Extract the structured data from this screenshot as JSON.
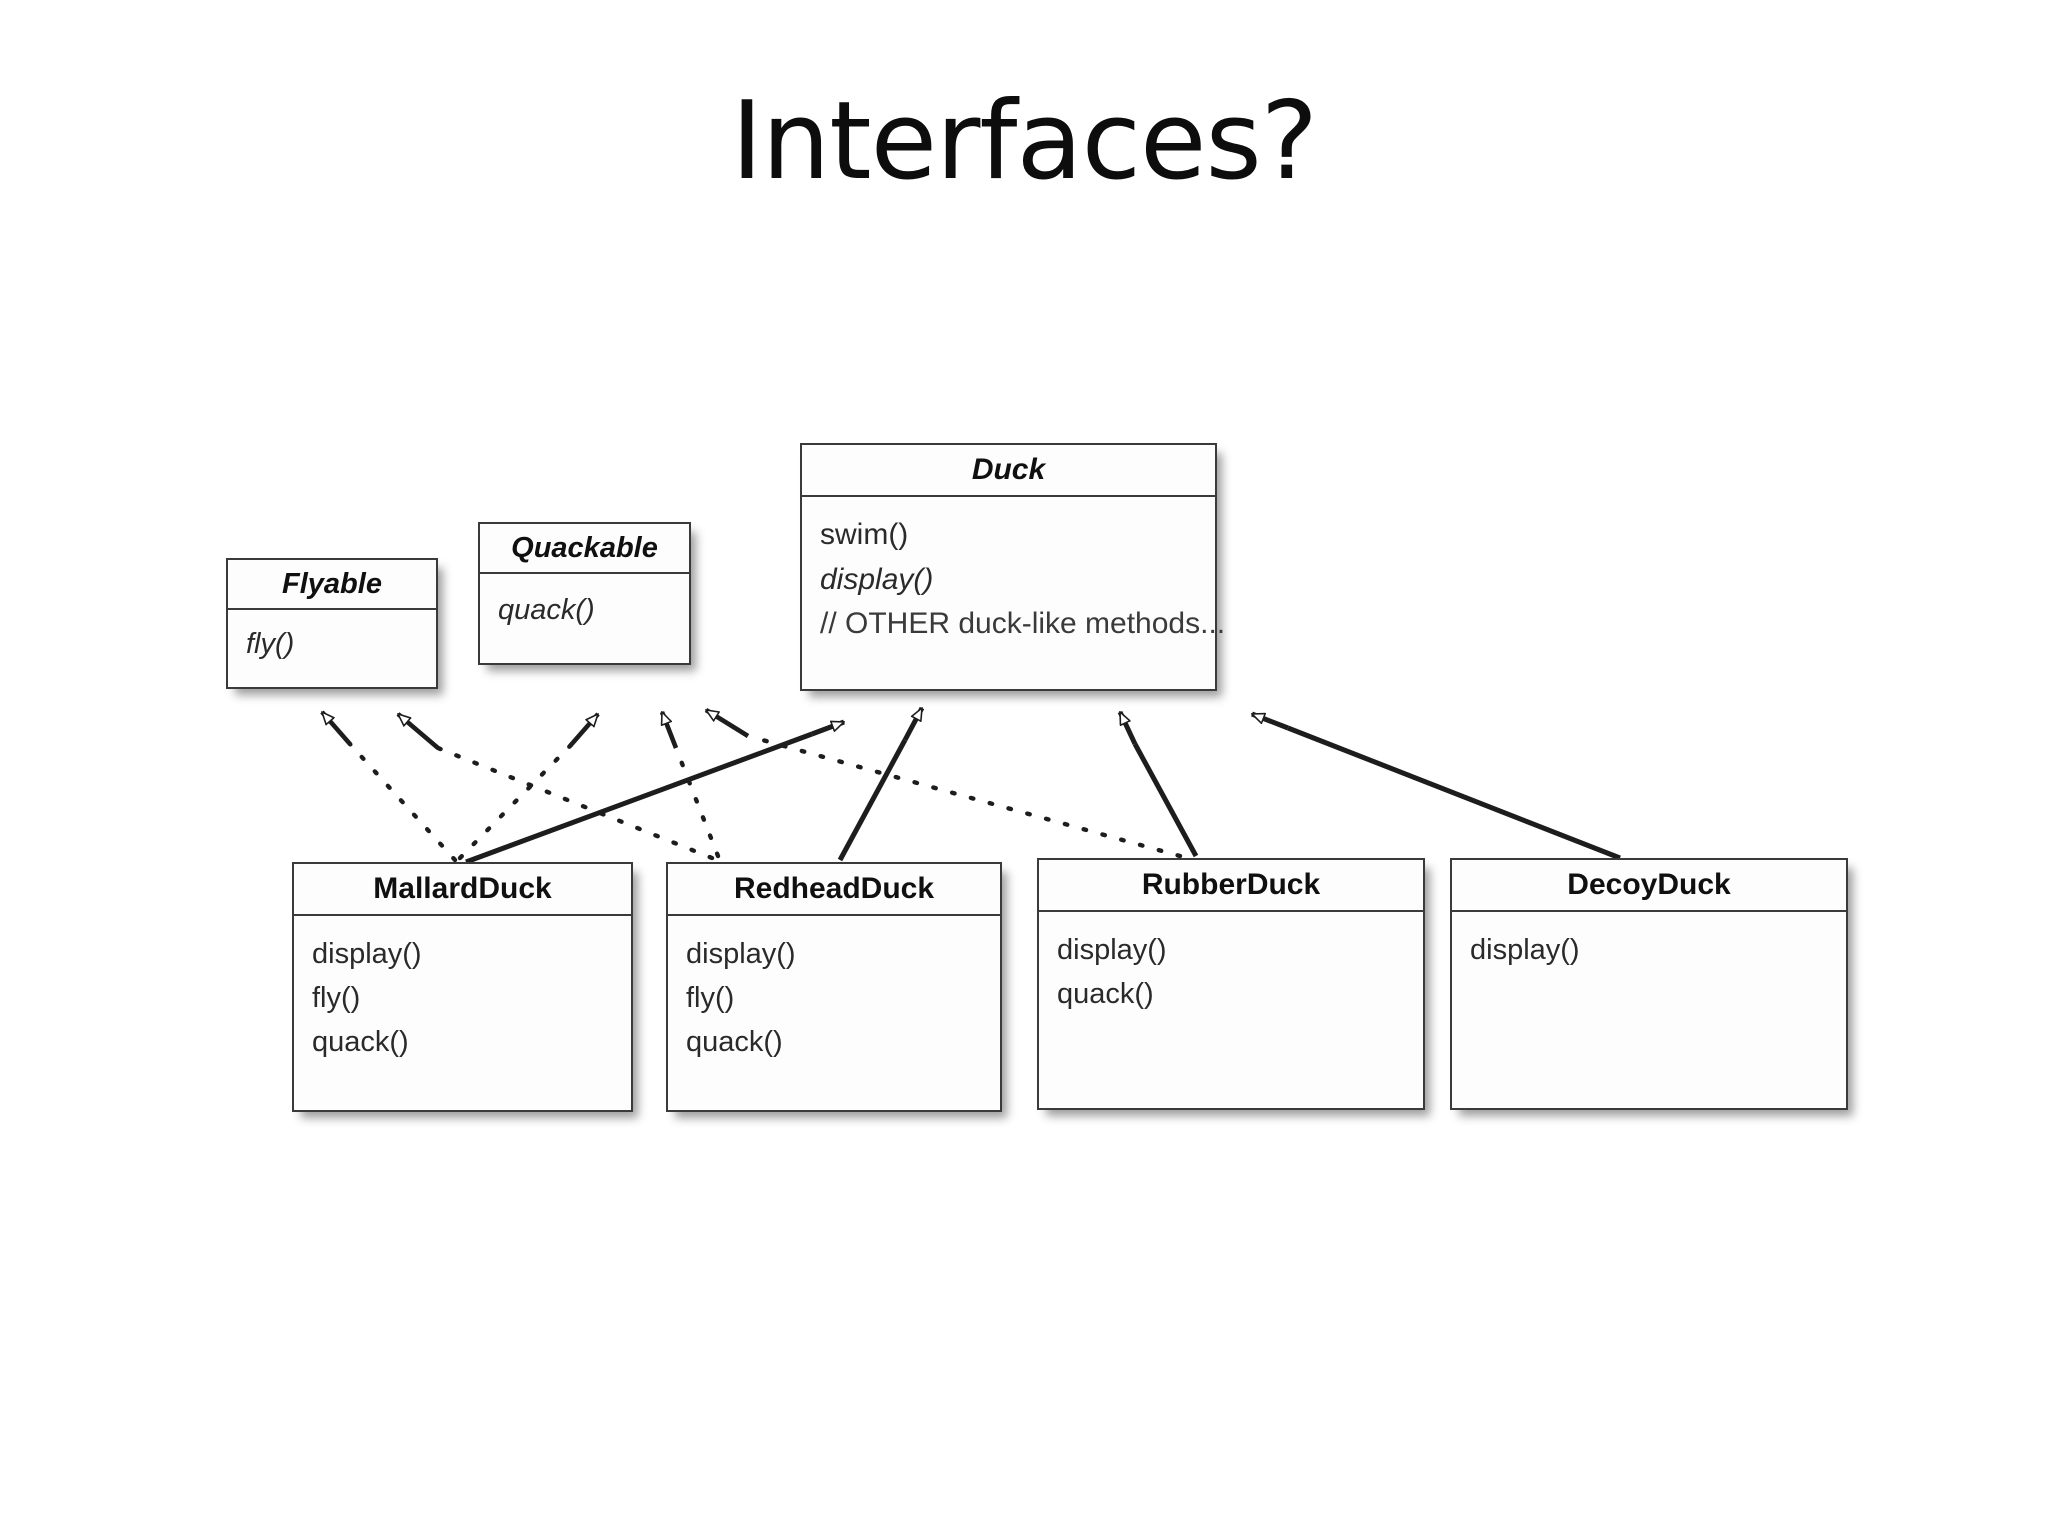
{
  "slide": {
    "title": "Interfaces?",
    "background": "#ffffff",
    "ink": "#3a3a3a"
  },
  "diagram": {
    "type": "uml-class-diagram",
    "notation": {
      "realization_line": "dotted",
      "inheritance_line": "solid",
      "arrowhead": "hollow-triangle"
    },
    "classes": [
      {
        "id": "flyable",
        "name": "Flyable",
        "stereotype": "interface",
        "abstract": true,
        "methods": [
          {
            "label": "fly()",
            "abstract": true
          }
        ]
      },
      {
        "id": "quackable",
        "name": "Quackable",
        "stereotype": "interface",
        "abstract": true,
        "methods": [
          {
            "label": "quack()",
            "abstract": true
          }
        ]
      },
      {
        "id": "duck",
        "name": "Duck",
        "stereotype": "abstract-class",
        "abstract": true,
        "methods": [
          {
            "label": "swim()",
            "abstract": false
          },
          {
            "label": "display()",
            "abstract": true
          },
          {
            "label": "// OTHER duck-like methods...",
            "abstract": false,
            "comment": true
          }
        ]
      },
      {
        "id": "mallard",
        "name": "MallardDuck",
        "stereotype": "class",
        "abstract": false,
        "methods": [
          {
            "label": "display()",
            "abstract": false
          },
          {
            "label": "fly()",
            "abstract": false
          },
          {
            "label": "quack()",
            "abstract": false
          }
        ]
      },
      {
        "id": "redhead",
        "name": "RedheadDuck",
        "stereotype": "class",
        "abstract": false,
        "methods": [
          {
            "label": "display()",
            "abstract": false
          },
          {
            "label": "fly()",
            "abstract": false
          },
          {
            "label": "quack()",
            "abstract": false
          }
        ]
      },
      {
        "id": "rubber",
        "name": "RubberDuck",
        "stereotype": "class",
        "abstract": false,
        "methods": [
          {
            "label": "display()",
            "abstract": false
          },
          {
            "label": "quack()",
            "abstract": false
          }
        ]
      },
      {
        "id": "decoy",
        "name": "DecoyDuck",
        "stereotype": "class",
        "abstract": false,
        "methods": [
          {
            "label": "display()",
            "abstract": false
          }
        ]
      }
    ],
    "relations": [
      {
        "from": "mallard",
        "to": "flyable",
        "kind": "realization"
      },
      {
        "from": "mallard",
        "to": "quackable",
        "kind": "realization"
      },
      {
        "from": "mallard",
        "to": "duck",
        "kind": "inheritance"
      },
      {
        "from": "redhead",
        "to": "flyable",
        "kind": "realization"
      },
      {
        "from": "redhead",
        "to": "quackable",
        "kind": "realization"
      },
      {
        "from": "redhead",
        "to": "duck",
        "kind": "inheritance"
      },
      {
        "from": "rubber",
        "to": "quackable",
        "kind": "realization"
      },
      {
        "from": "rubber",
        "to": "duck",
        "kind": "inheritance"
      },
      {
        "from": "decoy",
        "to": "duck",
        "kind": "inheritance"
      }
    ]
  }
}
